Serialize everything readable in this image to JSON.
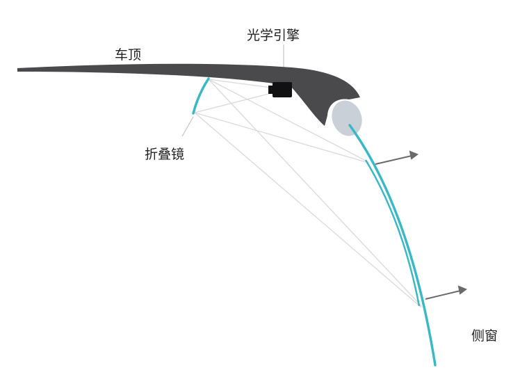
{
  "labels": {
    "roof": "车顶",
    "optical_engine": "光学引擎",
    "folding_mirror": "折叠镜",
    "side_window": "侧窗"
  },
  "colors": {
    "roof": "#4a4a4c",
    "glass": "#3ab8c4",
    "ray": "#d8d8d8",
    "arrow": "#6a6a6a",
    "seal": "#c9d0d8"
  }
}
